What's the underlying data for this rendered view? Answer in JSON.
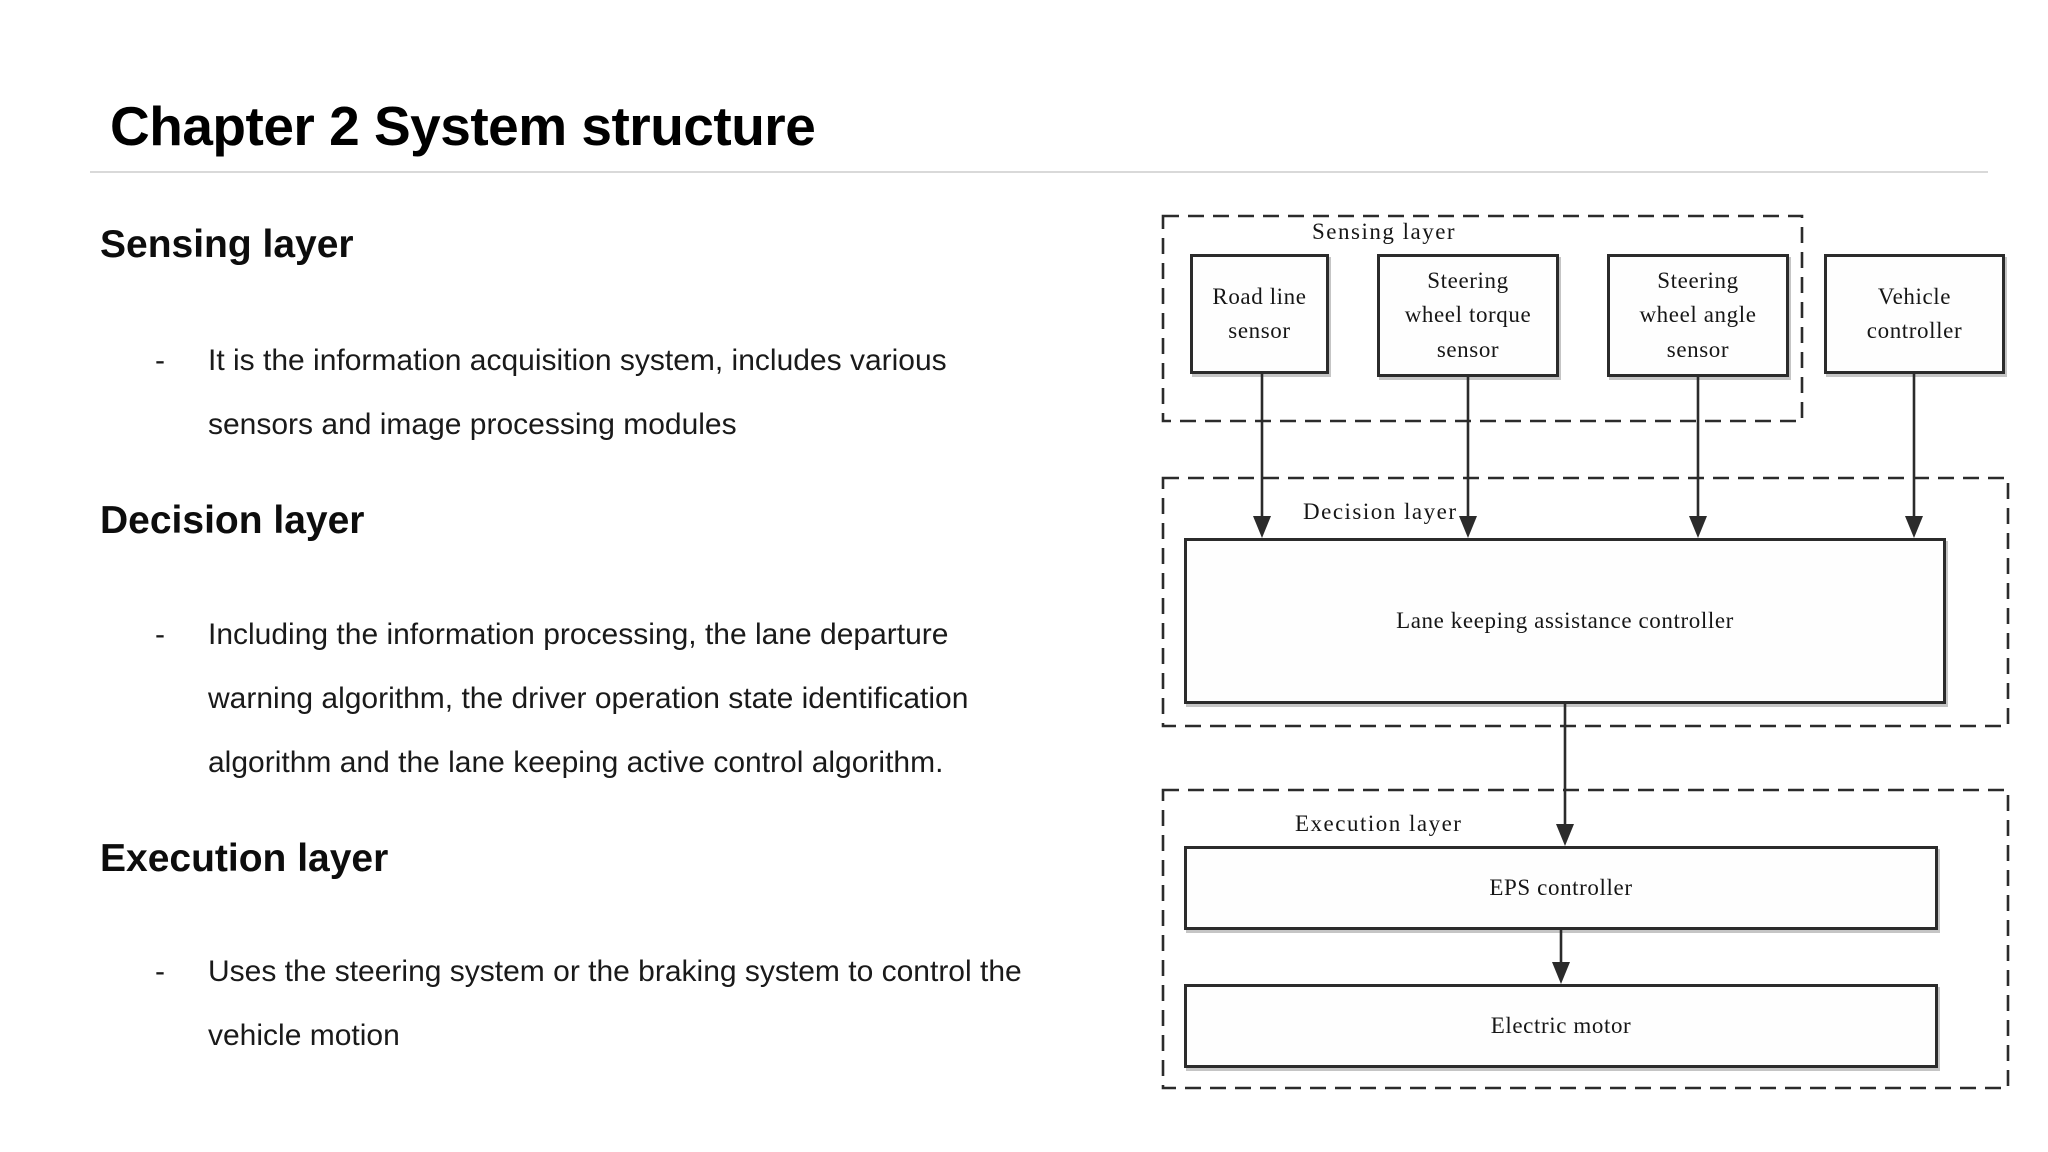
{
  "colors": {
    "line": "#2b2b2b",
    "rule": "#d9d9d9",
    "text": "#1a1a1a",
    "heading": "#0d0d0d",
    "background": "#ffffff"
  },
  "slide": {
    "title": "Chapter 2 System structure",
    "bullet_marker": "-"
  },
  "sections": [
    {
      "heading": "Sensing layer",
      "lines": [
        "It is the information acquisition system, includes various",
        "sensors and image processing modules"
      ]
    },
    {
      "heading": "Decision layer",
      "lines": [
        "Including the information processing, the lane departure",
        "warning algorithm, the driver operation state identification",
        "algorithm and the lane keeping active control algorithm."
      ]
    },
    {
      "heading": "Execution layer",
      "lines": [
        "Uses the steering system or the braking system to control the",
        "vehicle motion"
      ]
    }
  ],
  "diagram": {
    "sensing_layer_label": "Sensing layer",
    "decision_layer_label": "Decision layer",
    "execution_layer_label": "Execution layer",
    "boxes": {
      "road_line_sensor": "Road line\nsensor",
      "steering_wheel_torque_sensor": "Steering\nwheel torque\nsensor",
      "steering_wheel_angle_sensor": "Steering\nwheel angle\nsensor",
      "vehicle_controller": "Vehicle\ncontroller",
      "lane_keeping_assistance_controller": "Lane keeping assistance controller",
      "eps_controller": "EPS controller",
      "electric_motor": "Electric motor"
    }
  }
}
